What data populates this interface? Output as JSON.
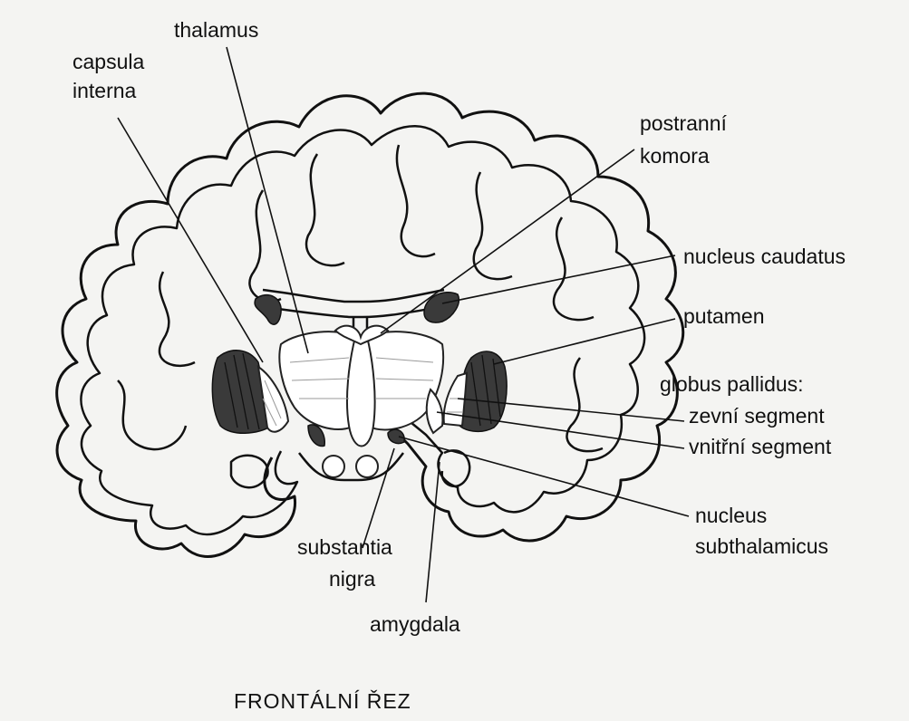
{
  "labels": {
    "thalamus": "thalamus",
    "capsula_line1": "capsula",
    "capsula_line2": "interna",
    "postranni_line1": "postranní",
    "postranni_line2": "komora",
    "nucleus_caudatus": "nucleus  caudatus",
    "putamen": "putamen",
    "globus_pallidus": "globus pallidus:",
    "zevni_segment": "zevní segment",
    "vnitrni_segment": "vnitřní segment",
    "subthal_line1": "nucleus",
    "subthal_line2": "subthalamicus",
    "substantia_line1": "substantia",
    "substantia_line2": "nigra",
    "amygdala": "amygdala"
  },
  "caption": "FRONTÁLNÍ  ŘEZ",
  "colors": {
    "background": "#f4f4f2",
    "ink": "#111111",
    "nucleus_fill": "#3a3a3a"
  }
}
